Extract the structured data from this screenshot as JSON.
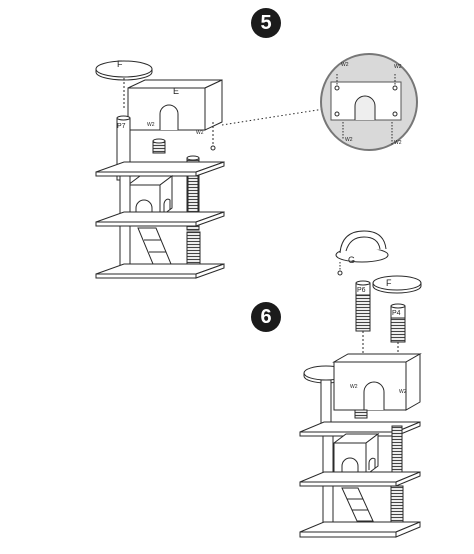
{
  "steps": [
    {
      "number": "5"
    },
    {
      "number": "6"
    }
  ],
  "parts": {
    "platform_f": "F",
    "box_e": "E",
    "post_p7": "P7",
    "post_p6": "P6",
    "post_p4": "P4",
    "bed_g": "G"
  },
  "screws": {
    "w2": "W2"
  },
  "colors": {
    "line": "#2a2a2a",
    "fill": "#ffffff",
    "dark": "#1b1b1b",
    "rope": "#555555",
    "magnifier": "#d9d9d9"
  }
}
